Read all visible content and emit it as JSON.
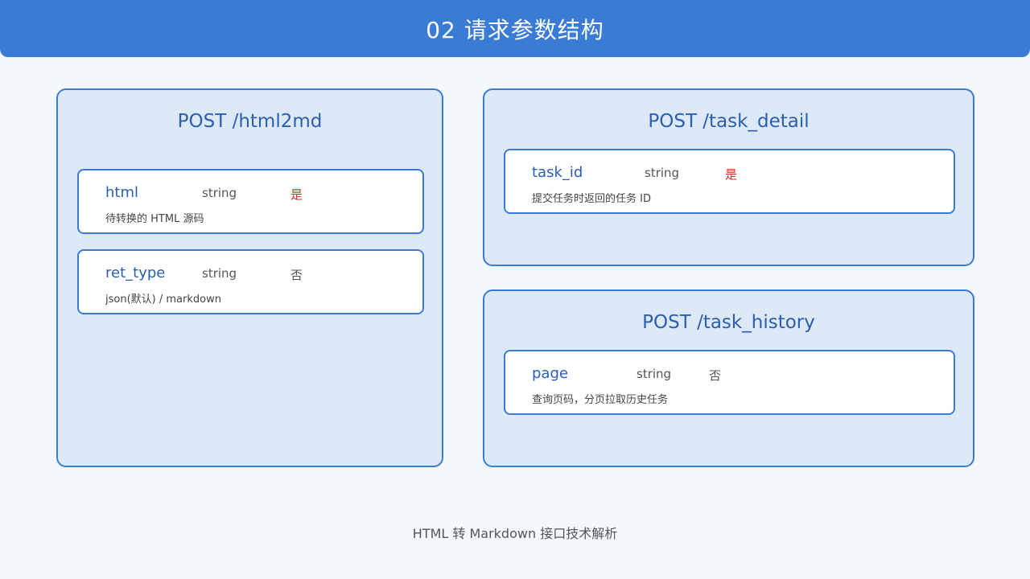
{
  "header": {
    "title": "02  请求参数结构"
  },
  "panels": {
    "html2md": {
      "title": "POST /html2md",
      "params": [
        {
          "name": "html",
          "type": "string",
          "required": "是",
          "desc": "待转换的 HTML 源码"
        },
        {
          "name": "ret_type",
          "type": "string",
          "required": "否",
          "desc": "json(默认) / markdown"
        }
      ]
    },
    "task_detail": {
      "title": "POST /task_detail",
      "params": [
        {
          "name": "task_id",
          "type": "string",
          "required": "是",
          "desc": "提交任务时返回的任务 ID"
        }
      ]
    },
    "task_history": {
      "title": "POST /task_history",
      "params": [
        {
          "name": "page",
          "type": "string",
          "required": "否",
          "desc": "查询页码，分页拉取历史任务"
        }
      ]
    }
  },
  "footer": {
    "text": "HTML 转 Markdown 接口技术解析"
  },
  "colors": {
    "accent": "#3a7bd5",
    "panel_bg": "#dde9f7",
    "required_yes": "#c0392b"
  }
}
